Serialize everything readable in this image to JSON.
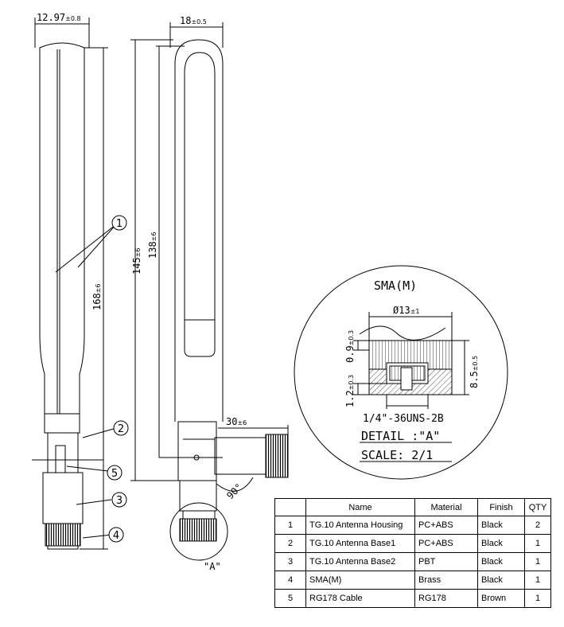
{
  "dimensions": {
    "left_width": "12.97",
    "left_width_tol": "±0.8",
    "top_width": "18",
    "top_width_tol": "±0.5",
    "len_168": "168",
    "len_168_tol": "±6",
    "len_145": "145",
    "len_145_tol": "±6",
    "len_138": "138",
    "len_138_tol": "±6",
    "side_30": "30",
    "side_30_tol": "±6",
    "angle": "90°"
  },
  "balloons": [
    "1",
    "2",
    "3",
    "4",
    "5"
  ],
  "view_label": "\"A\"",
  "detail": {
    "title": "SMA(M)",
    "dia": "Ø13",
    "dia_tol": "±1",
    "d09": "0.9",
    "d09_tol": "±0.3",
    "d12": "1.2",
    "d12_tol": "±0.3",
    "d85": "8.5",
    "d85_tol": "±0.5",
    "thread": "1/4\"-36UNS-2B",
    "detail_label": "DETAIL :\"A\"",
    "scale_label": "SCALE: 2/1"
  },
  "bom": {
    "headers": [
      "",
      "Name",
      "Material",
      "Finish",
      "QTY"
    ],
    "rows": [
      [
        "1",
        "TG.10 Antenna Housing",
        "PC+ABS",
        "Black",
        "2"
      ],
      [
        "2",
        "TG.10 Antenna Base1",
        "PC+ABS",
        "Black",
        "1"
      ],
      [
        "3",
        "TG.10 Antenna Base2",
        "PBT",
        "Black",
        "1"
      ],
      [
        "4",
        "SMA(M)",
        "Brass",
        "Black",
        "1"
      ],
      [
        "5",
        "RG178 Cable",
        "RG178",
        "Brown",
        "1"
      ]
    ]
  }
}
